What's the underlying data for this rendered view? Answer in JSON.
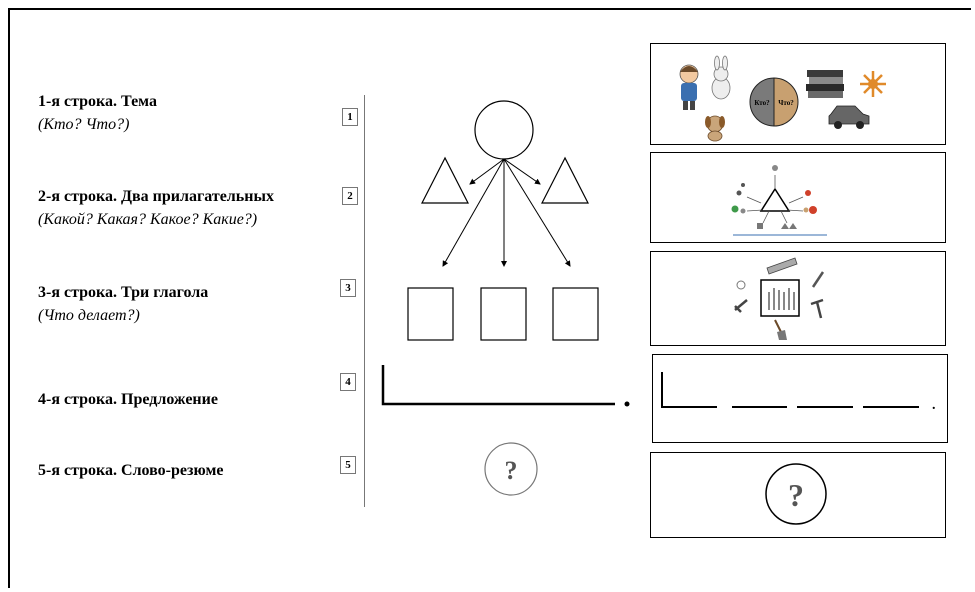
{
  "rows": [
    {
      "number": "1",
      "title": "1-я строка. Тема",
      "hint": "(Кто? Что?)"
    },
    {
      "number": "2",
      "title": "2-я строка.  Два прилагательных",
      "hint": "(Какой? Какая? Какое? Какие?)"
    },
    {
      "number": "3",
      "title": "3-я строка. Три глагола",
      "hint": "(Что делает?)"
    },
    {
      "number": "4",
      "title": "4-я строка. Предложение",
      "hint": ""
    },
    {
      "number": "5",
      "title": "5-я строка. Слово-резюме",
      "hint": ""
    }
  ],
  "scheme": {
    "question_mark": "?",
    "dot": "."
  },
  "pictures": {
    "panel1": {
      "left_label": "Кто?",
      "right_label": "Что?"
    },
    "panel4": {
      "dot": "."
    },
    "panel5": {
      "question_mark": "?"
    }
  },
  "colors": {
    "pie_left": "#7a7a7a",
    "pie_right": "#c8a070",
    "accent_red": "#d0402a",
    "accent_orange": "#e08a2a",
    "accent_blue": "#3a6fb0",
    "accent_green": "#3f9a4a"
  }
}
